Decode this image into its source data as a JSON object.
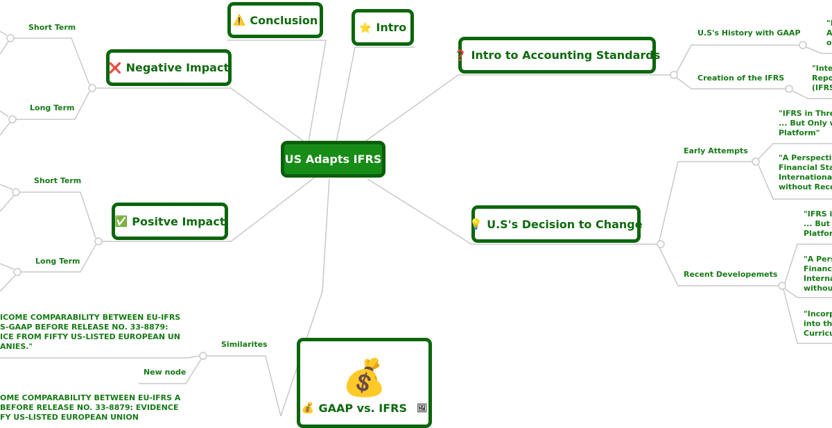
{
  "root": {
    "label": "US Adapts IFRS"
  },
  "topics": {
    "conclusion": {
      "label": "Conclusion",
      "icon": "warning-icon"
    },
    "intro": {
      "label": "Intro",
      "icon": "star-icon"
    },
    "negative": {
      "label": "Negative Impact",
      "icon": "cross-mark-icon",
      "children": [
        "Short Term",
        "Long Term"
      ]
    },
    "positive": {
      "label": "Positve Impact",
      "icon": "check-mark-icon",
      "children": [
        "Short Term",
        "Long Term"
      ]
    },
    "standards": {
      "label": "Intro to Accounting Standards",
      "icon": "question-mark-icon",
      "children": [
        "U.S's History with GAAP",
        "Creation of the IFRS"
      ],
      "leaves": [
        "\"N\nA\no",
        "\"Inter\nRepor\n(IFRS)"
      ]
    },
    "decision": {
      "label": "U.S's Decision to Change",
      "icon": "light-bulb-icon",
      "children": [
        "Early Attempts",
        "Recent Developemets"
      ],
      "early_leaves": [
        "\"IFRS in Three\n... But Only wit\nPlatform\"",
        "\"A Perspective\nFinancial State\nInternational F\nwithout Recon"
      ],
      "recent_leaves": [
        "\"IFRS in\n... But O\nPlatform",
        "\"A Persp\nFinancia\nInternat\nwithout",
        "\"Incorpo\ninto the\nCurricul"
      ]
    },
    "gaap": {
      "label": "GAAP vs. IFRS",
      "icon": "money-bag-icon",
      "children": [
        "Similarites",
        "New node"
      ],
      "leaves": [
        "ICOME COMPARABILITY BETWEEN EU-IFRS\nS-GAAP BEFORE RELEASE NO. 33-8879:\nICE FROM FIFTY US-LISTED EUROPEAN UNION\nANIES.\"",
        "OME COMPARABILITY BETWEEN EU-IFRS AND\nBEFORE RELEASE NO. 33-8879: EVIDENCE\nFY US-LISTED EUROPEAN UNION"
      ]
    }
  },
  "colors": {
    "border": "#0b660b",
    "root_fill": "#178c17",
    "text": "#167a16",
    "line": "#c8c8c8"
  }
}
